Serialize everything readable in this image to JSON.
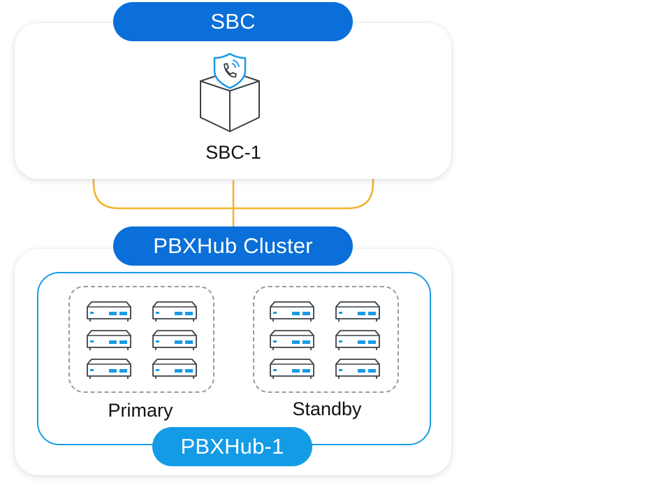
{
  "colors": {
    "pill_dark": "#0a6fd8",
    "pill_light": "#139be6",
    "connector": "#f0b429",
    "cluster_border": "#1a9ae6",
    "server_outline": "#3a4046",
    "server_accent": "#1a9ae6"
  },
  "sbc": {
    "title": "SBC",
    "node_label": "SBC-1",
    "icon": "secure-phone-box-icon"
  },
  "pbxhub": {
    "title": "PBXHub Cluster",
    "node_label": "PBXHub-1",
    "groups": [
      {
        "label": "Primary",
        "server_count": 6,
        "icon": "server-icon"
      },
      {
        "label": "Standby",
        "server_count": 6,
        "icon": "server-icon"
      }
    ]
  }
}
